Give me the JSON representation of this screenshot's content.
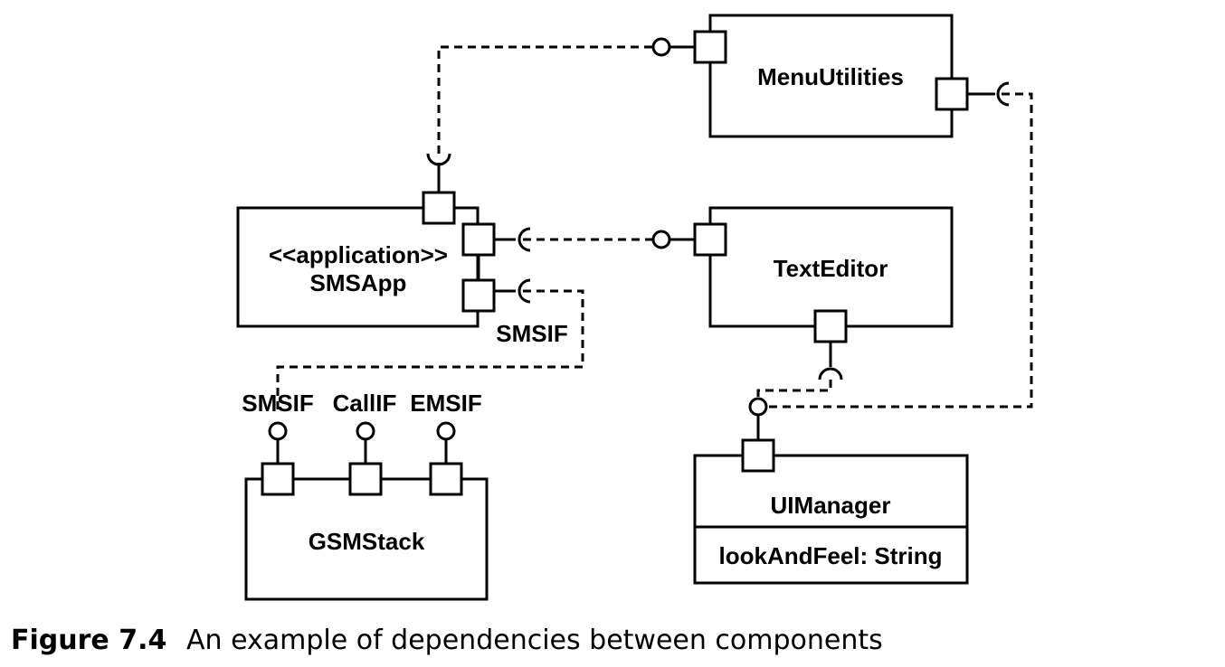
{
  "components": {
    "menu_utilities": "MenuUtilities",
    "sms_app_stereotype": "<<application>>",
    "sms_app": "SMSApp",
    "text_editor": "TextEditor",
    "gsm_stack": "GSMStack",
    "ui_manager": "UIManager",
    "ui_manager_attribute": "lookAndFeel: String"
  },
  "interfaces": {
    "smsif_app": "SMSIF",
    "smsif_stack": "SMSIF",
    "callif": "CallIF",
    "emsif": "EMSIF"
  },
  "caption": {
    "label": "Figure 7.4",
    "text": "An example of dependencies between components"
  }
}
